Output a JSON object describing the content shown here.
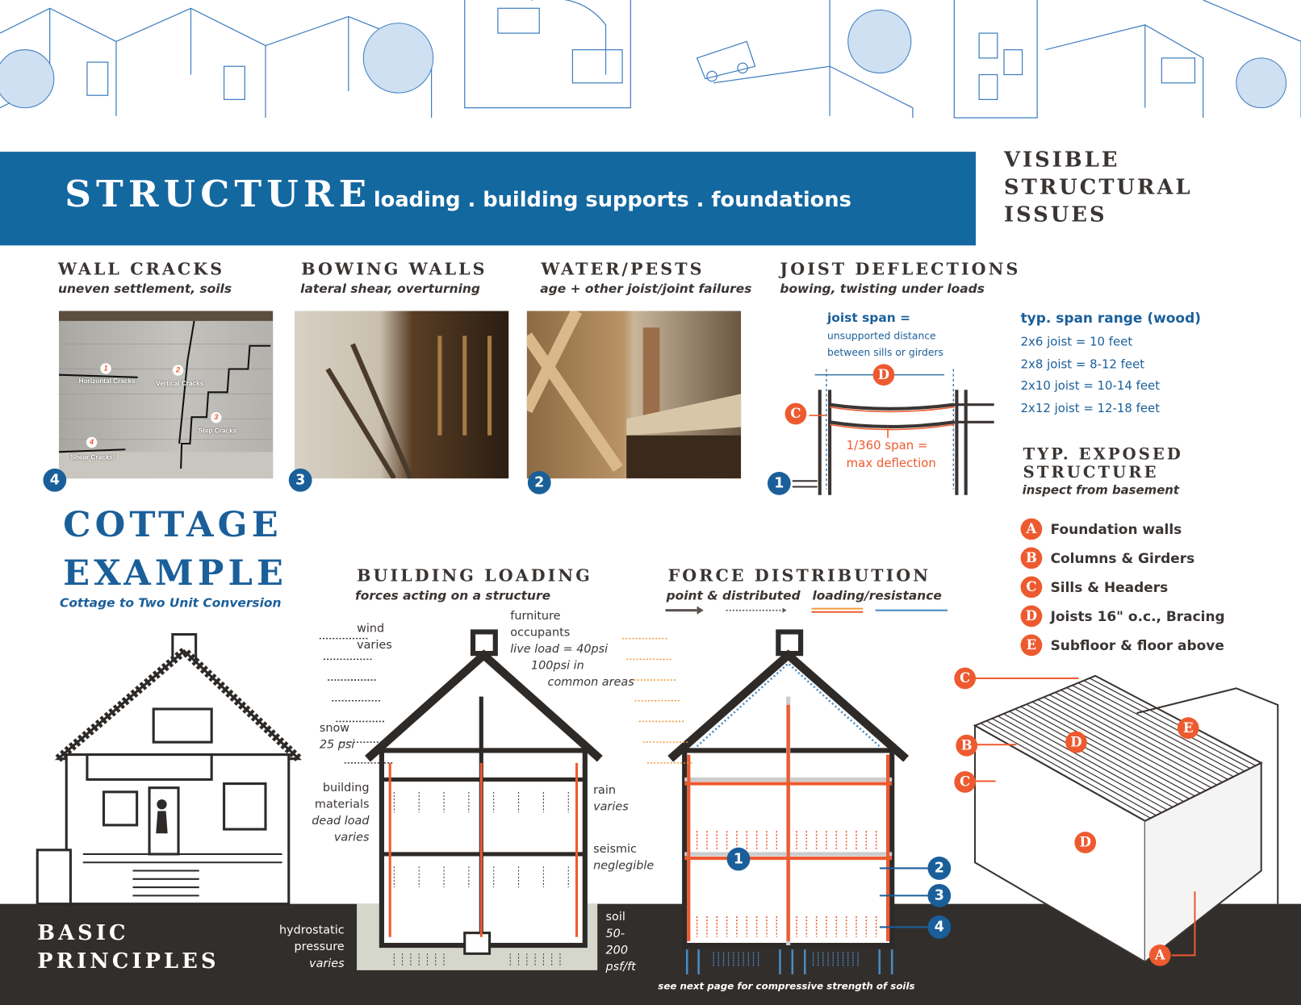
{
  "banner": {
    "title": "STRUCTURE",
    "subtitle": ". loading . building supports . foundations"
  },
  "visible_issues": {
    "lines": [
      "VISIBLE",
      "STRUCTURAL",
      "ISSUES"
    ]
  },
  "issues": [
    {
      "title": "WALL CRACKS",
      "subtitle": "uneven settlement, soils",
      "badge": "4",
      "photo_labels": [
        {
          "n": "1",
          "text": "Horizontal Cracks"
        },
        {
          "n": "2",
          "text": "Vertical Cracks"
        },
        {
          "n": "3",
          "text": "Step Cracks"
        },
        {
          "n": "4",
          "text": "Shear Cracks!"
        }
      ]
    },
    {
      "title": "BOWING WALLS",
      "subtitle": "lateral shear, overturning",
      "badge": "3"
    },
    {
      "title": "WATER/PESTS",
      "subtitle": "age + other joist/joint failures",
      "badge": "2"
    },
    {
      "title": "JOIST DEFLECTIONS",
      "subtitle": "bowing, twisting under loads",
      "badge": "1"
    }
  ],
  "joist": {
    "span_title": "joist span =",
    "span_desc1": "unsupported distance",
    "span_desc2": "between sills or girders",
    "marker_d": "D",
    "marker_c": "C",
    "deflection1": "1/360 span =",
    "deflection2": "max deflection"
  },
  "span_range": {
    "title": "typ. span range (wood)",
    "rows": [
      "2x6 joist = 10 feet",
      "2x8 joist = 8-12 feet",
      "2x10 joist = 10-14 feet",
      "2x12 joist = 12-18 feet"
    ]
  },
  "exposed": {
    "title1": "TYP. EXPOSED",
    "title2": "STRUCTURE",
    "subtitle": "inspect from basement",
    "legend": [
      {
        "letter": "A",
        "text": "Foundation walls"
      },
      {
        "letter": "B",
        "text": "Columns & Girders"
      },
      {
        "letter": "C",
        "text": "Sills & Headers"
      },
      {
        "letter": "D",
        "text": "Joists 16\" o.c., Bracing"
      },
      {
        "letter": "E",
        "text": "Subfloor & floor above"
      }
    ],
    "callouts": [
      "C",
      "B",
      "D",
      "E",
      "C",
      "D",
      "A"
    ]
  },
  "cottage": {
    "title1": "COTTAGE",
    "title2": "EXAMPLE",
    "subtitle": "Cottage to Two Unit Conversion"
  },
  "building_loading": {
    "title": "BUILDING LOADING",
    "subtitle": "forces acting on a structure",
    "wind": [
      "wind",
      "varies"
    ],
    "live": [
      "furniture",
      "occupants",
      "live load = 40psi",
      "100psi in",
      "common areas"
    ],
    "snow": [
      "snow",
      "25 psi"
    ],
    "dead": [
      "building",
      "materials",
      "dead load",
      "varies"
    ],
    "rain": [
      "rain",
      "varies"
    ],
    "seismic": [
      "seismic",
      "neglegible"
    ],
    "hydro": [
      "hydrostatic",
      "pressure",
      "varies"
    ],
    "soil": [
      "soil",
      "50-",
      "200",
      "psf/ft"
    ]
  },
  "force_distribution": {
    "title": "FORCE DISTRIBUTION",
    "legend_point": "point & distributed",
    "legend_lr": "loading/resistance",
    "badges": [
      "1",
      "2",
      "3",
      "4"
    ],
    "footnote": "see next page for compressive strength of soils"
  },
  "basic": {
    "line1": "BASIC",
    "line2": "PRINCIPLES"
  },
  "colors": {
    "blue": "#1468a0",
    "dark_blue": "#1a5f9a",
    "orange": "#ee5a2f",
    "dark": "#322e2c",
    "line_blue": "#4a8ac4"
  }
}
